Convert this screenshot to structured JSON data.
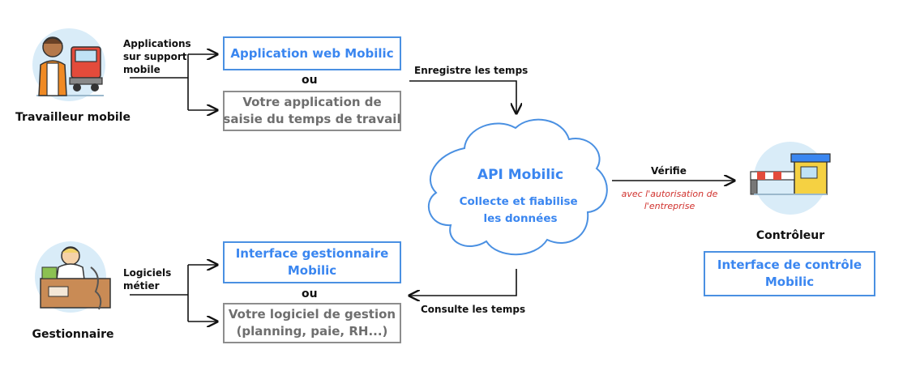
{
  "actors": {
    "worker": "Travailleur mobile",
    "manager": "Gestionnaire",
    "controller": "Contrôleur"
  },
  "labels": {
    "mobile_apps": "Applications\nsur support\nmobile",
    "business_software": "Logiciels\nmétier",
    "records_time": "Enregistre les temps",
    "consults_time": "Consulte les temps",
    "verifies": "Vérifie",
    "authorization": "avec l'autorisation de\nl'entreprise",
    "or_top": "ou",
    "or_bottom": "ou"
  },
  "boxes": {
    "web_app": "Application web Mobilic",
    "your_app": "Votre application de\nsaisie du temps de travail",
    "manager_ui": "Interface gestionnaire\nMobilic",
    "your_software": "Votre logiciel de gestion\n(planning, paie, RH...)",
    "control_ui": "Interface de contrôle\nMobilic"
  },
  "cloud": {
    "title": "API Mobilic",
    "subtitle": "Collecte et fiabilise\nles données"
  },
  "colors": {
    "blue": "#3a86f0",
    "gray": "#6e6e6e",
    "red": "#d0312d"
  },
  "icons": [
    "truck-driver-icon",
    "manager-desk-icon",
    "checkpoint-barrier-icon"
  ]
}
